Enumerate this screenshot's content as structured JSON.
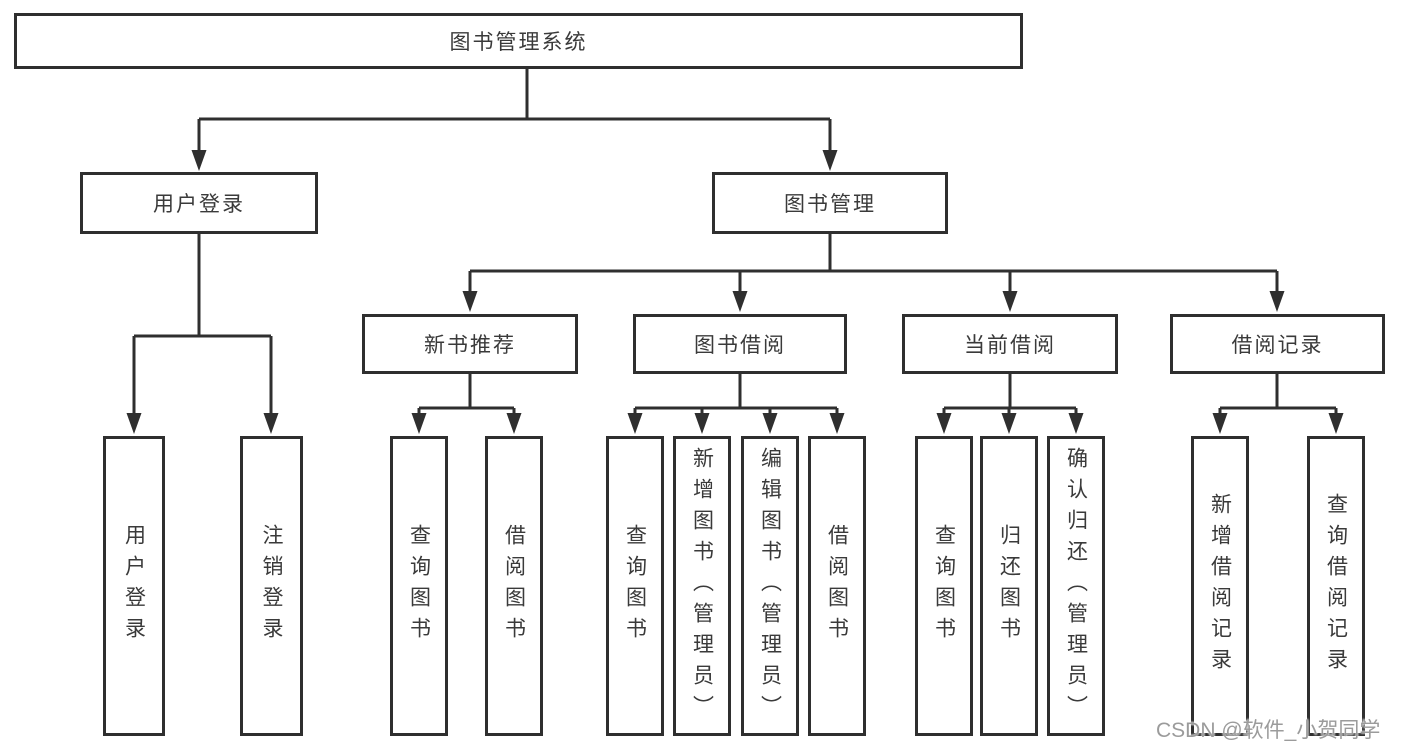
{
  "colors": {
    "line": "#2f2f2f",
    "text": "#3a3a3a",
    "watermark": "#9b9b9b",
    "background": "#ffffff"
  },
  "watermark": {
    "text": "CSDN @软件_小贺同学"
  },
  "tree": {
    "root": {
      "label": "图书管理系统",
      "children": [
        {
          "label": "用户登录",
          "children": [
            {
              "label": "用户登录"
            },
            {
              "label": "注销登录"
            }
          ]
        },
        {
          "label": "图书管理",
          "children": [
            {
              "label": "新书推荐",
              "children": [
                {
                  "label": "查询图书"
                },
                {
                  "label": "借阅图书"
                }
              ]
            },
            {
              "label": "图书借阅",
              "children": [
                {
                  "label": "查询图书"
                },
                {
                  "label": "新增图书（管理员）"
                },
                {
                  "label": "编辑图书（管理员）"
                },
                {
                  "label": "借阅图书"
                }
              ]
            },
            {
              "label": "当前借阅",
              "children": [
                {
                  "label": "查询图书"
                },
                {
                  "label": "归还图书"
                },
                {
                  "label": "确认归还（管理员）"
                }
              ]
            },
            {
              "label": "借阅记录",
              "children": [
                {
                  "label": "新增借阅记录"
                },
                {
                  "label": "查询借阅记录"
                }
              ]
            }
          ]
        }
      ]
    }
  }
}
